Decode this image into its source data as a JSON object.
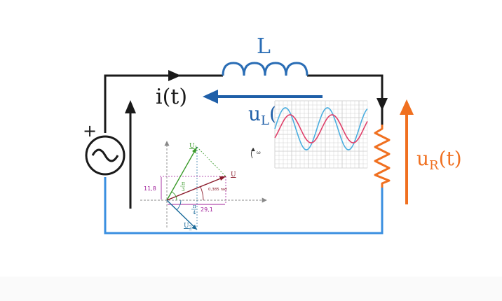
{
  "circuit": {
    "inductor_label": "L",
    "current_label": "i(t)",
    "source_sign": "+",
    "uL_label": "u",
    "uL_sub": "L",
    "uL_tail": "(",
    "uR_label": "u",
    "uR_sub": "R",
    "uR_tail": "(t)",
    "colors": {
      "wire": "#1a1a1a",
      "bottom_wire": "#3a8fe0",
      "inductor": "#2a6db5",
      "uL_arrow": "#1f5fa8",
      "uR": "#f07020"
    }
  },
  "phasor": {
    "u1_label": "U",
    "u1_sub": "1",
    "u_label": "U",
    "u2_label": "U",
    "u2_sub": "2",
    "angle_pi3_top": "π",
    "angle_pi3_bottom": "3",
    "angle_pi4_top": "π",
    "angle_pi4_bottom": "4",
    "angle_rad_label": "0,385 rad",
    "height_value": "11,8",
    "width_value": "29,1",
    "omega_label": "ω",
    "colors": {
      "u1": "#3a9a2a",
      "u": "#8a1a2a",
      "u2": "#1a6a9a",
      "dims": "#a0209a"
    }
  },
  "scope": {
    "colors": {
      "wave1": "#4aaee0",
      "wave2": "#e0406a",
      "grid": "#c8c8c8"
    }
  }
}
